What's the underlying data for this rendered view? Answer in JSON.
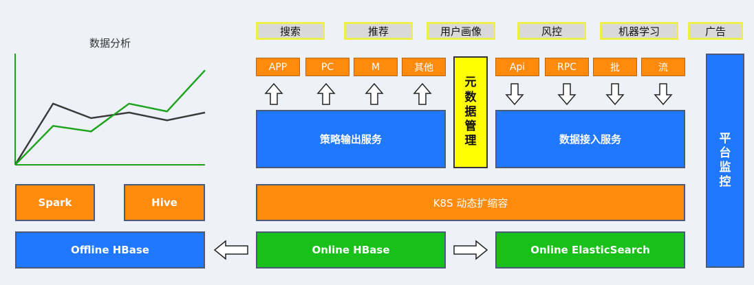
{
  "chart": {
    "title": "数据分析"
  },
  "chart_data": {
    "type": "line",
    "title": "数据分析",
    "x": [
      0,
      1,
      2,
      3,
      4,
      5
    ],
    "series": [
      {
        "values": [
          0,
          0.55,
          0.42,
          0.47,
          0.4,
          0.47
        ],
        "color": "#3a3a3a"
      },
      {
        "values": [
          0,
          0.35,
          0.3,
          0.55,
          0.48,
          0.85
        ],
        "color": "#1ea31e"
      }
    ],
    "xlabel": "",
    "ylabel": "",
    "ylim": [
      0,
      1
    ]
  },
  "diagram": {
    "top_tags": [
      "搜索",
      "推荐",
      "用户画像",
      "风控",
      "机器学习",
      "广告"
    ],
    "output_clients": [
      "APP",
      "PC",
      "M",
      "其他"
    ],
    "input_sources": [
      "Api",
      "RPC",
      "批",
      "流"
    ],
    "metadata_mgmt": "元数据管理",
    "strategy_output": "策略输出服务",
    "data_ingest": "数据接入服务",
    "platform_monitor": "平台监控",
    "k8s": "K8S  动态扩缩容",
    "spark": "Spark",
    "hive": "Hive",
    "offline_hbase": "Offline HBase",
    "online_hbase": "Online HBase",
    "online_es": "Online ElasticSearch"
  },
  "colors": {
    "orange": "#ff8a0b",
    "blue": "#1f78ff",
    "green": "#18c019",
    "yellow": "#ffff02",
    "tag_gray": "#d9d9d9"
  }
}
